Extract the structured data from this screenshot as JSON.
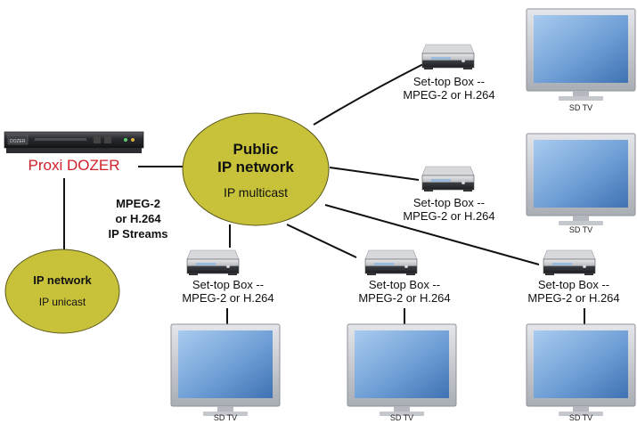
{
  "server": {
    "label": "Proxi DOZER",
    "label_color": "#d0202a",
    "front_text": "DOZER"
  },
  "public_network": {
    "title_line1": "Public",
    "title_line2": "IP network",
    "subtitle": "IP multicast",
    "fill": "#c8c23a"
  },
  "local_network": {
    "title": "IP network",
    "subtitle": "IP unicast",
    "fill": "#c8c23a"
  },
  "stream_label": {
    "line1": "MPEG-2",
    "line2": "or H.264",
    "line3": "IP Streams"
  },
  "set_top_box": {
    "line1": "Set-top Box --",
    "line2": "MPEG-2 or H.264"
  },
  "tv": {
    "label": "SD TV"
  },
  "colors": {
    "line": "#111111",
    "screen": "#7aa8d8",
    "bezel": "#c9ccd1"
  }
}
